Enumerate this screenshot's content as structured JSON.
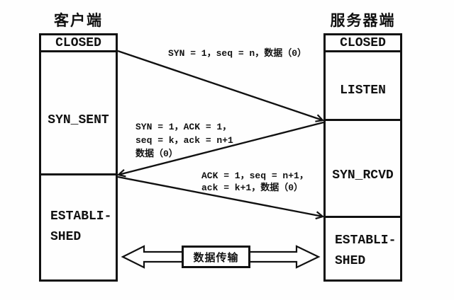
{
  "client": {
    "title": "客户端",
    "states": {
      "closed": "CLOSED",
      "syn_sent": "SYN_SENT",
      "established_l1": "ESTABLI-",
      "established_l2": "SHED"
    }
  },
  "server": {
    "title": "服务器端",
    "states": {
      "closed": "CLOSED",
      "listen": "LISTEN",
      "syn_rcvd": "SYN_RCVD",
      "established_l1": "ESTABLI-",
      "established_l2": "SHED"
    }
  },
  "messages": {
    "syn": "SYN = 1，seq = n，数据（0）",
    "synack_l1": "SYN = 1，ACK = 1，",
    "synack_l2": "seq = k，ack = n+1",
    "synack_l3": "数据（0）",
    "ack_l1": "ACK = 1，seq = n+1，",
    "ack_l2": "ack = k+1，数据（0）",
    "data_transfer": "数据传输"
  },
  "colors": {
    "line": "#111111",
    "background": "#fefefe"
  }
}
